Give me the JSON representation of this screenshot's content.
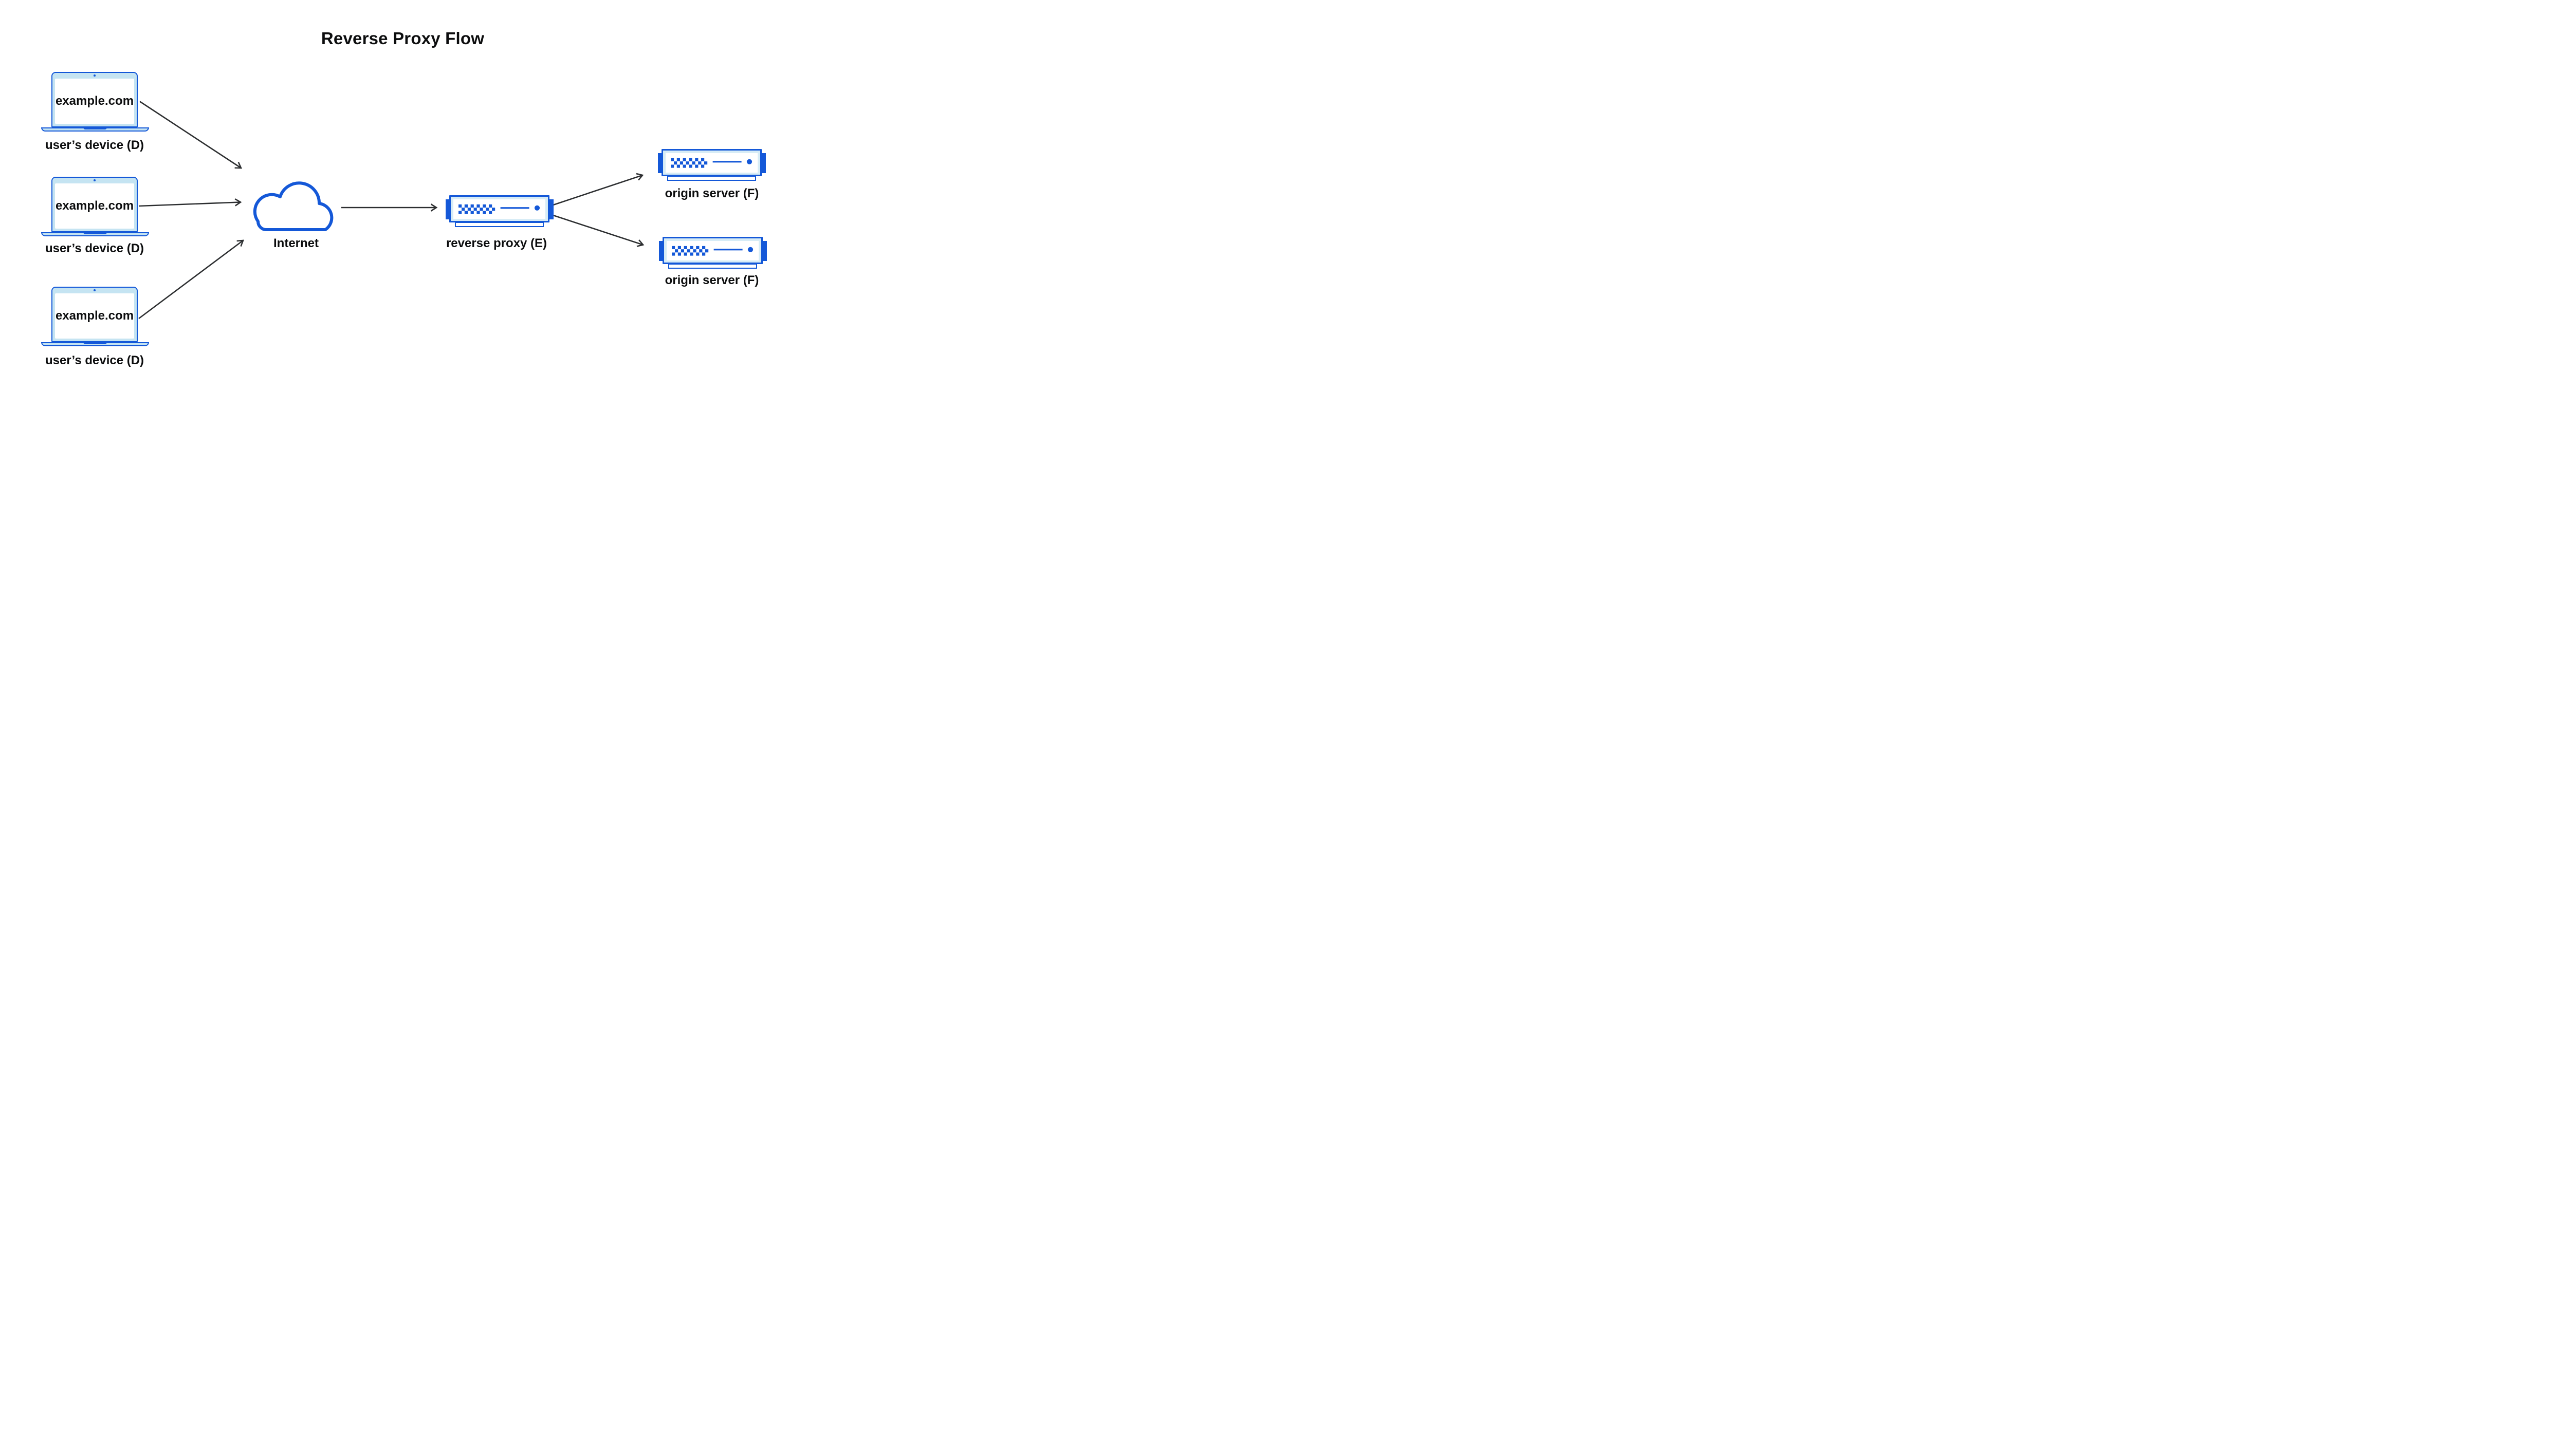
{
  "title": "Reverse Proxy Flow",
  "colors": {
    "primary_blue": "#1458d8",
    "laptop_bezel_blue": "#c5e4f2",
    "server_bezel_blue": "#d7ecf6",
    "arrow_gray": "#2d2f31",
    "text_black": "#0c0d0e"
  },
  "devices": [
    {
      "screen_label": "example.com",
      "label": "user’s device (D)"
    },
    {
      "screen_label": "example.com",
      "label": "user’s device (D)"
    },
    {
      "screen_label": "example.com",
      "label": "user’s device (D)"
    }
  ],
  "internet": {
    "label": "Internet"
  },
  "proxy": {
    "label": "reverse proxy (E)"
  },
  "origins": [
    {
      "label": "origin server (F)"
    },
    {
      "label": "origin server (F)"
    }
  ]
}
